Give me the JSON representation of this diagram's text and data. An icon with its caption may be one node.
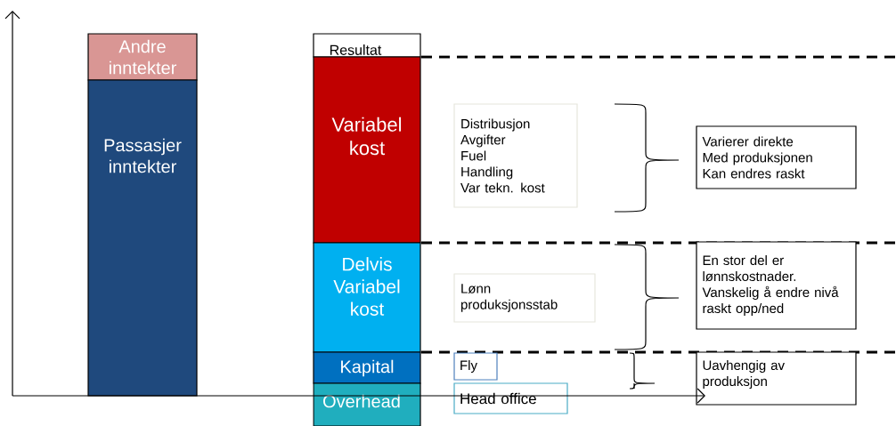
{
  "diagram": {
    "nodes": [
      {
        "text": [
          "Andre inntekter"
        ]
      },
      {
        "text": [
          "Passasjer inntekter"
        ]
      },
      {
        "text": [
          "Resultat"
        ]
      },
      {
        "text": [
          "Variabel kost"
        ]
      },
      {
        "text": [
          "Delvis Variabel kost"
        ]
      },
      {
        "text": [
          "Kapital"
        ]
      },
      {
        "text": [
          "Overhead"
        ]
      },
      {
        "text": [
          "Distribusjon",
          "Avgifter",
          "Fuel",
          "Handling",
          "Var tekn. kost"
        ]
      },
      {
        "text": [
          "Lønn produksjonsstab"
        ]
      },
      {
        "text": [
          "Fly"
        ]
      },
      {
        "text": [
          "Head office"
        ]
      },
      {
        "text": [
          "Varierer direkte",
          "Med produksjonen",
          "Kan endres raskt"
        ]
      },
      {
        "text": [
          "En stor del er lønnskostnader. Vanskelig å endre nivå raskt opp/ned"
        ]
      },
      {
        "text": [
          "Uavhengig av produksjon"
        ]
      }
    ]
  }
}
